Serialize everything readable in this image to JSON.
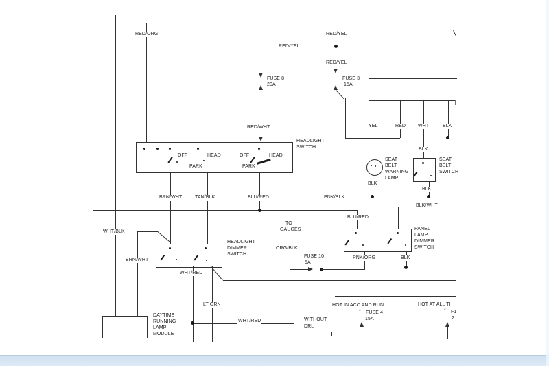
{
  "meta": {
    "type": "automotive wiring diagram",
    "description": "Scanned headlight switch / dimmer switch / seat belt warning wiring schematic"
  },
  "colors": {
    "line": "#333333",
    "background": "#ffffff",
    "bottom_bar": "#d6e4f2",
    "right_edge": "#eef6fb"
  },
  "wires": {
    "red_org": "RED/ORG",
    "red_yel": "RED/YEL",
    "red_wht": "RED/WHT",
    "yel": "YEL",
    "red": "RED",
    "wht": "WHT",
    "blk": "BLK",
    "blk_wht": "BLK/WHT",
    "brn_wht": "BRN/WHT",
    "tan_blk": "TAN/BLK",
    "blu_red": "BLU/RED",
    "pnk_blk": "PNK/BLK",
    "pnk_org": "PNK/ORG",
    "org_blk": "ORG/BLK",
    "wht_blk": "WHT/BLK",
    "wht_red": "WHT/RED",
    "lt_grn": "LT GRN"
  },
  "fuses": {
    "fuse8": {
      "name": "FUSE 8",
      "rating": "20A"
    },
    "fuse3": {
      "name": "FUSE 3",
      "rating": "15A"
    },
    "fuse10": {
      "name": "FUSE 10",
      "rating": "5A"
    },
    "fuse4": {
      "name": "FUSE 4",
      "rating": "15A"
    },
    "fuse_partial": {
      "name": "F1",
      "rating": "2"
    }
  },
  "components": {
    "headlight_switch": [
      "HEADLIGHT",
      "SWITCH"
    ],
    "positions": {
      "off": "OFF",
      "head": "HEAD",
      "park": "PARK"
    },
    "headlight_dimmer_switch": [
      "HEADLIGHT",
      "DIMMER",
      "SWITCH"
    ],
    "panel_lamp_dimmer_switch": [
      "PANEL",
      "LAMP",
      "DIMMER",
      "SWITCH"
    ],
    "seat_belt_warning_lamp": [
      "SEAT",
      "BELT",
      "WARNING",
      "LAMP"
    ],
    "seat_belt_switch": [
      "SEAT",
      "BELT",
      "SWITCH"
    ],
    "daytime_running_lamp_module": [
      "DAYTIME",
      "RUNNING",
      "LAMP",
      "MODULE"
    ],
    "to_gauges": [
      "TO",
      "GAUGES"
    ],
    "without_drl": [
      "WITHOUT",
      "DRL"
    ]
  },
  "power_labels": {
    "hot_in_acc_and_run": "HOT IN ACC AND RUN",
    "hot_at_all_times_partial": "HOT AT ALL TI",
    "asterisk": "*",
    "stray_mark": "'"
  }
}
